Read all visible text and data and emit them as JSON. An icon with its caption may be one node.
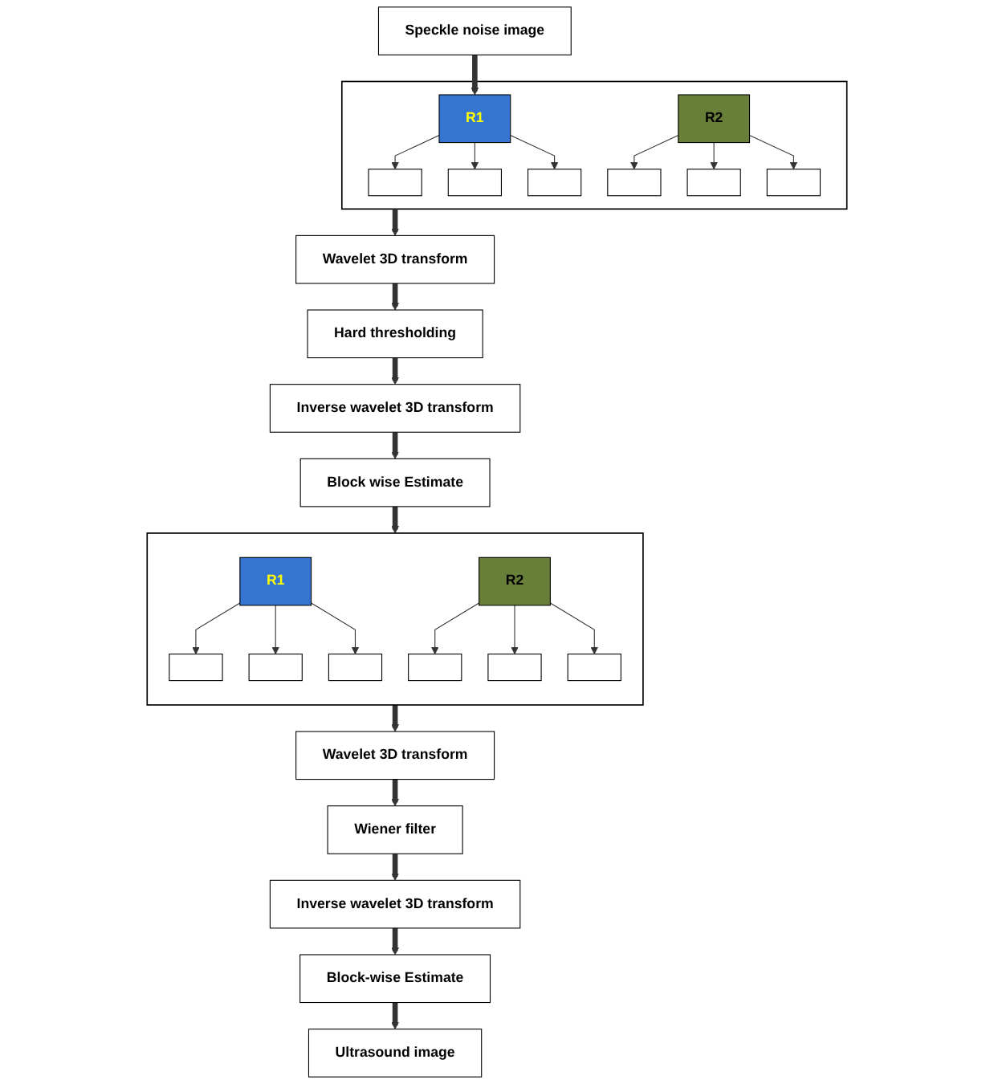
{
  "diagram": {
    "nodes": [
      {
        "text": [
          "Speckle noise image"
        ]
      },
      {
        "text": [],
        "shape": "box"
      },
      {
        "text": [],
        "shape": "box",
        "in": 1
      },
      {
        "text": [
          "R1"
        ],
        "in": 1
      },
      {
        "text": [],
        "shape": "box",
        "in": 1
      },
      {
        "text": [],
        "shape": "box",
        "in": 1
      },
      {
        "text": [
          "R2"
        ],
        "in": 1
      },
      {
        "text": [],
        "shape": "box",
        "in": 1
      },
      {
        "text": [],
        "shape": "box",
        "in": 1
      },
      {
        "text": [],
        "shape": "box",
        "in": 1
      },
      {
        "text": [
          "Wavelet 3D transform"
        ]
      },
      {
        "text": [
          "Hard thresholding"
        ]
      },
      {
        "text": [
          "Inverse wavelet 3D transform"
        ]
      },
      {
        "text": [
          "Block wise Estimate"
        ]
      },
      {
        "text": [
          "Ultrasound image"
        ]
      },
      {
        "text": [
          "Block-wise Estimate"
        ]
      },
      {
        "text": [
          "Inverse wavelet 3D transform"
        ]
      },
      {
        "text": [
          "Wiener filter"
        ]
      },
      {
        "text": [
          "Wavelet 3D transform"
        ]
      },
      {
        "text": [],
        "shape": "box"
      },
      {
        "text": [],
        "shape": "box",
        "in": 19
      },
      {
        "text": [
          "R1"
        ],
        "in": 19
      },
      {
        "text": [],
        "shape": "box",
        "in": 19
      },
      {
        "text": [],
        "shape": "box",
        "in": 19
      },
      {
        "text": [
          "R2"
        ],
        "in": 19
      },
      {
        "text": [],
        "shape": "box",
        "in": 19
      },
      {
        "text": [],
        "shape": "box",
        "in": 19
      },
      {
        "text": [],
        "shape": "box",
        "in": 19
      }
    ],
    "edges": [
      {
        "from": 0,
        "to": 3,
        "arrow": "to",
        "style": "thick"
      },
      {
        "from": 3,
        "to": 2,
        "arrow": "to"
      },
      {
        "from": 3,
        "to": 4,
        "arrow": "to"
      },
      {
        "from": 3,
        "to": 5,
        "arrow": "to"
      },
      {
        "from": 6,
        "to": 7,
        "arrow": "to"
      },
      {
        "from": 6,
        "to": 8,
        "arrow": "to"
      },
      {
        "from": 6,
        "to": 9,
        "arrow": "to"
      },
      {
        "from": 1,
        "to": 10,
        "arrow": "to",
        "style": "thick"
      },
      {
        "from": 10,
        "to": 11,
        "arrow": "to",
        "style": "thick"
      },
      {
        "from": 11,
        "to": 12,
        "arrow": "to",
        "style": "thick"
      },
      {
        "from": 12,
        "to": 13,
        "arrow": "to",
        "style": "thick"
      },
      {
        "from": 13,
        "to": 19,
        "arrow": "to",
        "style": "thick"
      },
      {
        "from": 21,
        "to": 20,
        "arrow": "to"
      },
      {
        "from": 21,
        "to": 22,
        "arrow": "to"
      },
      {
        "from": 21,
        "to": 23,
        "arrow": "to"
      },
      {
        "from": 24,
        "to": 25,
        "arrow": "to"
      },
      {
        "from": 24,
        "to": 26,
        "arrow": "to"
      },
      {
        "from": 24,
        "to": 27,
        "arrow": "to"
      },
      {
        "from": 19,
        "to": 18,
        "arrow": "to",
        "style": "thick"
      },
      {
        "from": 18,
        "to": 17,
        "arrow": "to",
        "style": "thick"
      },
      {
        "from": 17,
        "to": 16,
        "arrow": "to",
        "style": "thick"
      },
      {
        "from": 16,
        "to": 15,
        "arrow": "to",
        "style": "thick"
      },
      {
        "from": 15,
        "to": 14,
        "arrow": "to",
        "style": "thick"
      }
    ]
  }
}
